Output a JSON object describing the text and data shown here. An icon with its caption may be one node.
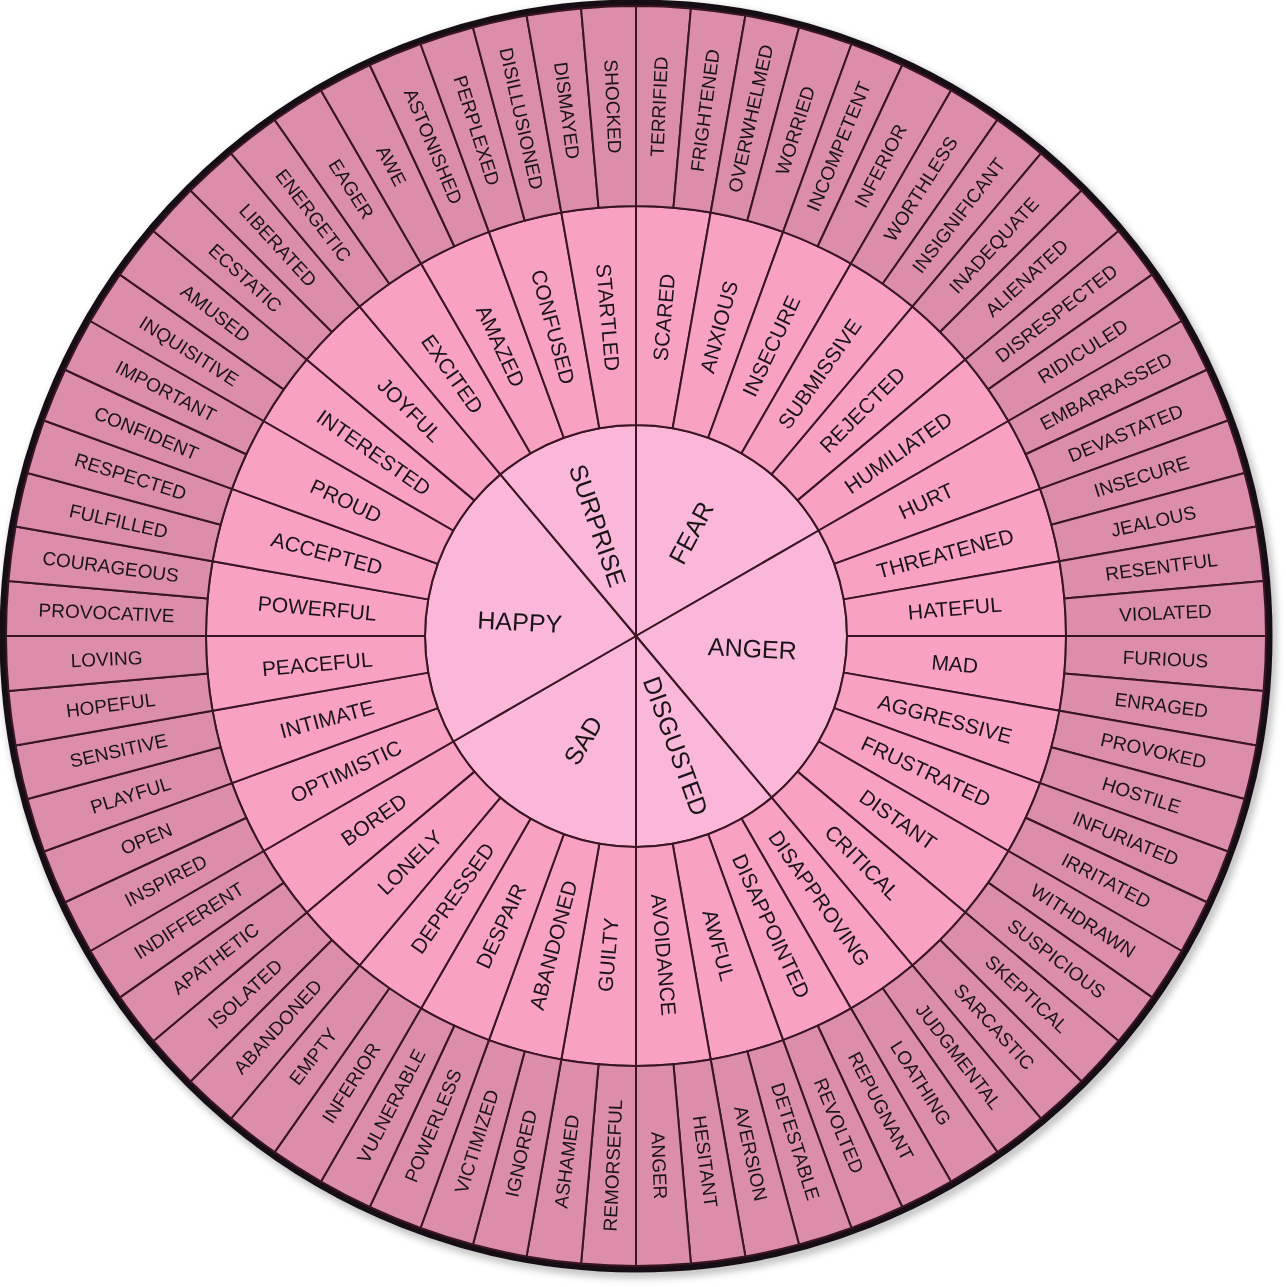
{
  "diagram": {
    "nodes": [
      {
        "text": [
          "FEAR"
        ]
      },
      {
        "text": [
          "ANGER"
        ]
      },
      {
        "text": [
          "DISGUSTED"
        ]
      },
      {
        "text": [
          "SAD"
        ]
      },
      {
        "text": [
          "HAPPY"
        ]
      },
      {
        "text": [
          "SURPRISE"
        ]
      },
      {
        "text": [
          "SCARED"
        ]
      },
      {
        "text": [
          "ANXIOUS"
        ]
      },
      {
        "text": [
          "INSECURE"
        ]
      },
      {
        "text": [
          "SUBMISSIVE"
        ]
      },
      {
        "text": [
          "REJECTED"
        ]
      },
      {
        "text": [
          "HUMILIATED"
        ]
      },
      {
        "text": [
          "HURT"
        ]
      },
      {
        "text": [
          "THREATENED"
        ]
      },
      {
        "text": [
          "HATEFUL"
        ]
      },
      {
        "text": [
          "MAD"
        ]
      },
      {
        "text": [
          "AGGRESSIVE"
        ]
      },
      {
        "text": [
          "FRUSTRATED"
        ]
      },
      {
        "text": [
          "DISTANT"
        ]
      },
      {
        "text": [
          "CRITICAL"
        ]
      },
      {
        "text": [
          "DISAPPROVING"
        ]
      },
      {
        "text": [
          "DISAPPOINTED"
        ]
      },
      {
        "text": [
          "AWFUL"
        ]
      },
      {
        "text": [
          "AVOIDANCE"
        ]
      },
      {
        "text": [
          "GUILTY"
        ]
      },
      {
        "text": [
          "ABANDONED"
        ]
      },
      {
        "text": [
          "DESPAIR"
        ]
      },
      {
        "text": [
          "DEPRESSED"
        ]
      },
      {
        "text": [
          "LONELY"
        ]
      },
      {
        "text": [
          "BORED"
        ]
      },
      {
        "text": [
          "OPTIMISTIC"
        ]
      },
      {
        "text": [
          "INTIMATE"
        ]
      },
      {
        "text": [
          "PEACEFUL"
        ]
      },
      {
        "text": [
          "POWERFUL"
        ]
      },
      {
        "text": [
          "ACCEPTED"
        ]
      },
      {
        "text": [
          "PROUD"
        ]
      },
      {
        "text": [
          "INTERESTED"
        ]
      },
      {
        "text": [
          "JOYFUL"
        ]
      },
      {
        "text": [
          "EXCITED"
        ]
      },
      {
        "text": [
          "AMAZED"
        ]
      },
      {
        "text": [
          "CONFUSED"
        ]
      },
      {
        "text": [
          "STARTLED"
        ]
      },
      {
        "text": [
          "TERRIFIED"
        ]
      },
      {
        "text": [
          "FRIGHTENED"
        ]
      },
      {
        "text": [
          "OVERWHELMED"
        ]
      },
      {
        "text": [
          "WORRIED"
        ]
      },
      {
        "text": [
          "INCOMPETENT"
        ]
      },
      {
        "text": [
          "INFERIOR"
        ]
      },
      {
        "text": [
          "WORTHLESS"
        ]
      },
      {
        "text": [
          "INSIGNIFICANT"
        ]
      },
      {
        "text": [
          "INADEQUATE"
        ]
      },
      {
        "text": [
          "ALIENATED"
        ]
      },
      {
        "text": [
          "DISRESPECTED"
        ]
      },
      {
        "text": [
          "RIDICULED"
        ]
      },
      {
        "text": [
          "EMBARRASSED"
        ]
      },
      {
        "text": [
          "DEVASTATED"
        ]
      },
      {
        "text": [
          "INSECURE"
        ]
      },
      {
        "text": [
          "JEALOUS"
        ]
      },
      {
        "text": [
          "RESENTFUL"
        ]
      },
      {
        "text": [
          "VIOLATED"
        ]
      },
      {
        "text": [
          "FURIOUS"
        ]
      },
      {
        "text": [
          "ENRAGED"
        ]
      },
      {
        "text": [
          "PROVOKED"
        ]
      },
      {
        "text": [
          "HOSTILE"
        ]
      },
      {
        "text": [
          "INFURIATED"
        ]
      },
      {
        "text": [
          "IRRITATED"
        ]
      },
      {
        "text": [
          "WITHDRAWN"
        ]
      },
      {
        "text": [
          "SUSPICIOUS"
        ]
      },
      {
        "text": [
          "SKEPTICAL"
        ]
      },
      {
        "text": [
          "SARCASTIC"
        ]
      },
      {
        "text": [
          "JUDGMENTAL"
        ]
      },
      {
        "text": [
          "LOATHING"
        ]
      },
      {
        "text": [
          "REPUGNANT"
        ]
      },
      {
        "text": [
          "REVOLTED"
        ]
      },
      {
        "text": [
          "DETESTABLE"
        ]
      },
      {
        "text": [
          "AVERSION"
        ]
      },
      {
        "text": [
          "HESITANT"
        ]
      },
      {
        "text": [
          "ANGER"
        ]
      },
      {
        "text": [
          "REMORSEFUL"
        ]
      },
      {
        "text": [
          "ASHAMED"
        ]
      },
      {
        "text": [
          "IGNORED"
        ]
      },
      {
        "text": [
          "VICTIMIZED"
        ]
      },
      {
        "text": [
          "POWERLESS"
        ]
      },
      {
        "text": [
          "VULNERABLE"
        ]
      },
      {
        "text": [
          "INFERIOR"
        ]
      },
      {
        "text": [
          "EMPTY"
        ]
      },
      {
        "text": [
          "ABANDONED"
        ]
      },
      {
        "text": [
          "ISOLATED"
        ]
      },
      {
        "text": [
          "APATHETIC"
        ]
      },
      {
        "text": [
          "INDIFFERENT"
        ]
      },
      {
        "text": [
          "INSPIRED"
        ]
      },
      {
        "text": [
          "OPEN"
        ]
      },
      {
        "text": [
          "PLAYFUL"
        ]
      },
      {
        "text": [
          "SENSITIVE"
        ]
      },
      {
        "text": [
          "HOPEFUL"
        ]
      },
      {
        "text": [
          "LOVING"
        ]
      },
      {
        "text": [
          "PROVOCATIVE"
        ]
      },
      {
        "text": [
          "COURAGEOUS"
        ]
      },
      {
        "text": [
          "FULFILLED"
        ]
      },
      {
        "text": [
          "RESPECTED"
        ]
      },
      {
        "text": [
          "CONFIDENT"
        ]
      },
      {
        "text": [
          "IMPORTANT"
        ]
      },
      {
        "text": [
          "INQUISITIVE"
        ]
      },
      {
        "text": [
          "AMUSED"
        ]
      },
      {
        "text": [
          "ECSTATIC"
        ]
      },
      {
        "text": [
          "LIBERATED"
        ]
      },
      {
        "text": [
          "ENERGETIC"
        ]
      },
      {
        "text": [
          "EAGER"
        ]
      },
      {
        "text": [
          "AWE"
        ]
      },
      {
        "text": [
          "ASTONISHED"
        ]
      },
      {
        "text": [
          "PERPLEXED"
        ]
      },
      {
        "text": [
          "DISILLUSIONED"
        ]
      },
      {
        "text": [
          "DISMAYED"
        ]
      },
      {
        "text": [
          "SHOCKED"
        ]
      }
    ]
  }
}
